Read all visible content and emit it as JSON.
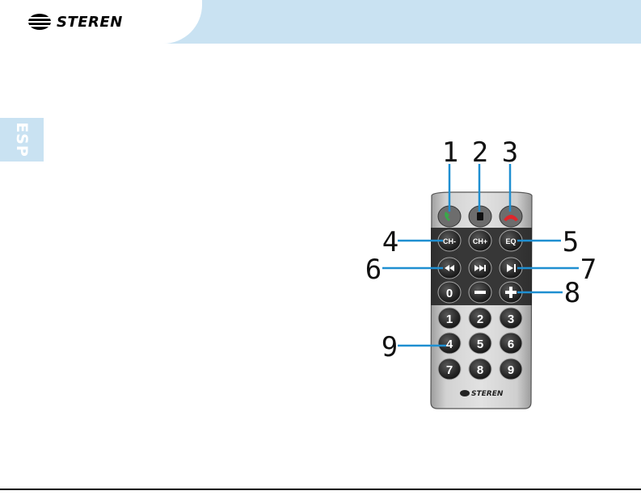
{
  "header": {
    "brand": "STEREN",
    "language_tab": "ESP"
  },
  "remote": {
    "brand": "STEREN",
    "buttons": {
      "ch_minus": "CH-",
      "ch_plus": "CH+",
      "eq": "EQ",
      "zero": "0",
      "n1": "1",
      "n2": "2",
      "n3": "3",
      "n4": "4",
      "n5": "5",
      "n6": "6",
      "n7": "7",
      "n8": "8",
      "n9": "9"
    },
    "icons": {
      "call": "phone-answer-icon",
      "mode": "phone-mode-icon",
      "hangup": "phone-hangup-icon",
      "prev": "previous-track-icon",
      "next": "next-track-icon",
      "play": "play-pause-icon",
      "minus": "volume-down-icon",
      "plus": "volume-up-icon"
    },
    "colors": {
      "body": "#c4c4c4",
      "button": "#2b2b2b",
      "callout_line": "#1f8fd1",
      "answer": "#3aa84a",
      "hangup": "#e0262b"
    }
  },
  "callouts": [
    "1",
    "2",
    "3",
    "4",
    "5",
    "6",
    "7",
    "8",
    "9"
  ]
}
